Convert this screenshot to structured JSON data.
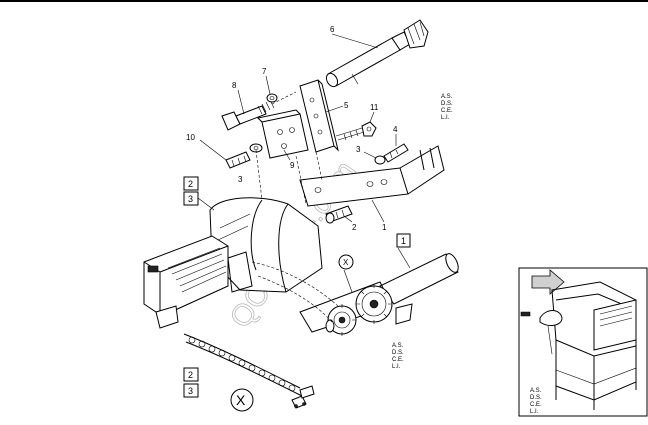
{
  "callouts": {
    "c1": "1",
    "c2": "2",
    "c3a": "3",
    "c3b": "3",
    "c4": "4",
    "c5": "5",
    "c6": "6",
    "c7": "7",
    "c8": "8",
    "c9": "9",
    "c10": "10",
    "c11": "11"
  },
  "boxed": {
    "b2_top": "2",
    "b3_top": "3",
    "b1_right": "1",
    "b2_bottom": "2",
    "b3_bottom": "3"
  },
  "detail_marker": "X",
  "detail_marker_large": "X",
  "codes_top": [
    "A.S.",
    "D.S.",
    "C.E.",
    "L.I."
  ],
  "codes_bottom": [
    "A.S.",
    "D.S.",
    "C.E.",
    "L.I."
  ],
  "codes_inset": [
    "A.S.",
    "D.S.",
    "C.E.",
    "L.I."
  ],
  "watermark": "QCBC-54.com"
}
